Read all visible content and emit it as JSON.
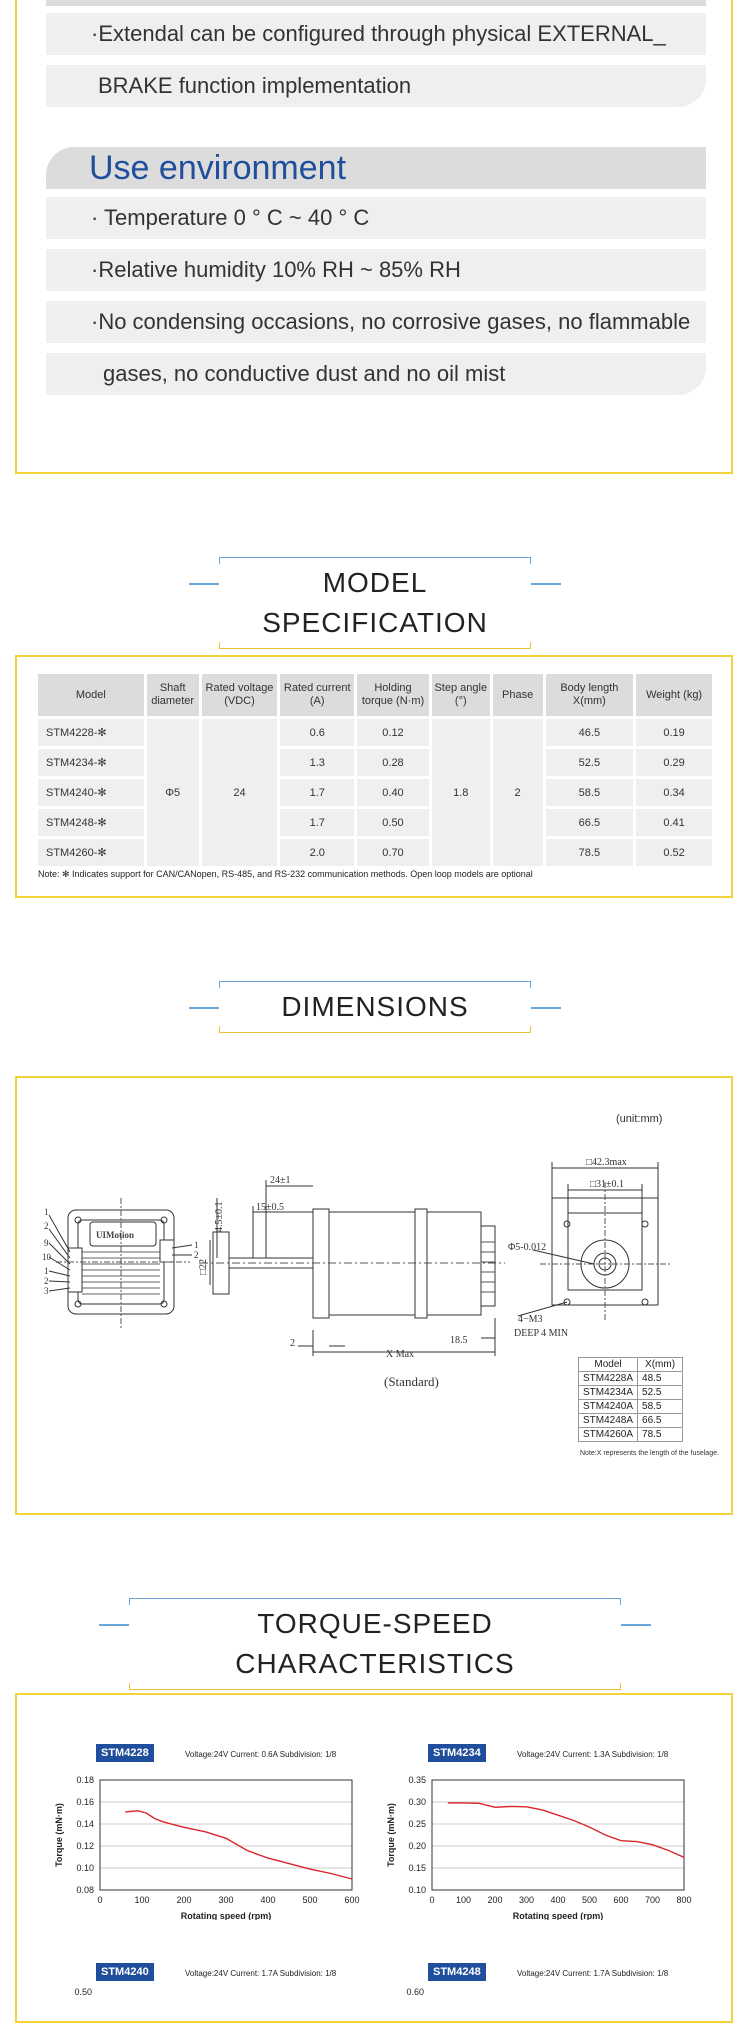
{
  "features": {
    "line1": "·Extendal can be configured through physical EXTERNAL_",
    "line2": "BRAKE function implementation"
  },
  "environment": {
    "heading": "Use environment",
    "items": [
      "·  Temperature  0 ° C ~ 40 ° C",
      "·Relative humidity 10% RH ~ 85% RH",
      "·No condensing occasions, no corrosive gases, no flammable",
      "gases, no conductive dust and no oil mist"
    ]
  },
  "sections": {
    "model_spec": "MODEL SPECIFICATION",
    "dimensions": "DIMENSIONS",
    "torque_speed": "TORQUE-SPEED CHARACTERISTICS"
  },
  "spec_table": {
    "headers": [
      "Model",
      "Shaft diameter",
      "Rated voltage (VDC)",
      "Rated current (A)",
      "Holding torque (N·m)",
      "Step angle (°)",
      "Phase",
      "Body length X(mm)",
      "Weight (kg)"
    ],
    "shaft": "Φ5",
    "voltage": "24",
    "step": "1.8",
    "phase": "2",
    "rows": [
      {
        "model": "STM4228-✻",
        "current": "0.6",
        "torque": "0.12",
        "length": "46.5",
        "weight": "0.19"
      },
      {
        "model": "STM4234-✻",
        "current": "1.3",
        "torque": "0.28",
        "length": "52.5",
        "weight": "0.29"
      },
      {
        "model": "STM4240-✻",
        "current": "1.7",
        "torque": "0.40",
        "length": "58.5",
        "weight": "0.34"
      },
      {
        "model": "STM4248-✻",
        "current": "1.7",
        "torque": "0.50",
        "length": "66.5",
        "weight": "0.41"
      },
      {
        "model": "STM4260-✻",
        "current": "2.0",
        "torque": "0.70",
        "length": "78.5",
        "weight": "0.52"
      }
    ],
    "note": "Note: ✻ Indicates support for CAN/CANopen, RS-485, and RS-232 communication methods. Open loop models are optional"
  },
  "dimensions": {
    "unit": "(unit:mm)",
    "standard": "(Standard)",
    "labels": {
      "d24": "24±1",
      "d15": "15±0.5",
      "d45": "4.5±0.1",
      "d22": "□22",
      "d423": "□42.3max",
      "d31": "□31±0.1",
      "phi5": "Φ5-0.012",
      "m3": "4−M3",
      "deep": "DEEP 4 MIN",
      "d2": "2",
      "xmax": "X Max",
      "d185": "18.5",
      "brand": "UIMotion"
    },
    "pins": [
      "1",
      "2",
      "9",
      "10",
      "1",
      "2",
      "3"
    ],
    "pins_r": [
      "1",
      "2"
    ],
    "table_header": [
      "Model",
      "X(mm)"
    ],
    "table_rows": [
      [
        "STM4228A",
        "48.5"
      ],
      [
        "STM4234A",
        "52.5"
      ],
      [
        "STM4240A",
        "58.5"
      ],
      [
        "STM4248A",
        "66.5"
      ],
      [
        "STM4260A",
        "78.5"
      ]
    ],
    "table_note": "Note:X represents the length of the fuselage."
  },
  "chart_data": [
    {
      "type": "line",
      "title": "STM4228",
      "info": "Voltage:24V  Current: 0.6A   Subdivision: 1/8",
      "xlabel": "Rotating speed (rpm)",
      "ylabel": "Torque (mN·m)",
      "xlim": [
        0,
        600
      ],
      "ylim": [
        0.08,
        0.18
      ],
      "xticks": [
        "0",
        "100",
        "200",
        "300",
        "400",
        "500",
        "600"
      ],
      "yticks": [
        "0.18",
        "0.16",
        "0.14",
        "0.12",
        "0.10",
        "0.08"
      ],
      "x": [
        60,
        90,
        110,
        130,
        150,
        200,
        250,
        300,
        350,
        400,
        450,
        500,
        550,
        600
      ],
      "y": [
        0.151,
        0.152,
        0.15,
        0.145,
        0.142,
        0.137,
        0.133,
        0.127,
        0.116,
        0.109,
        0.104,
        0.099,
        0.095,
        0.09
      ],
      "color": "#d9262b"
    },
    {
      "type": "line",
      "title": "STM4234",
      "info": "Voltage:24V  Current: 1.3A   Subdivision: 1/8",
      "xlabel": "Rotating speed (rpm)",
      "ylabel": "Torque (mN·m)",
      "xlim": [
        0,
        800
      ],
      "ylim": [
        0.1,
        0.35
      ],
      "xticks": [
        "0",
        "100",
        "200",
        "300",
        "400",
        "500",
        "600",
        "700",
        "800"
      ],
      "yticks": [
        "0.35",
        "0.30",
        "0.25",
        "0.20",
        "0.15",
        "0.10"
      ],
      "x": [
        50,
        100,
        150,
        200,
        250,
        300,
        350,
        400,
        450,
        500,
        550,
        600,
        650,
        700,
        750,
        800
      ],
      "y": [
        0.298,
        0.298,
        0.297,
        0.288,
        0.29,
        0.289,
        0.282,
        0.27,
        0.258,
        0.243,
        0.225,
        0.212,
        0.21,
        0.203,
        0.19,
        0.174
      ],
      "color": "#d9262b"
    },
    {
      "type": "line",
      "title": "STM4240",
      "info": "Voltage:24V  Current: 1.7A   Subdivision: 1/8",
      "yticks": [
        "0.50"
      ]
    },
    {
      "type": "line",
      "title": "STM4248",
      "info": "Voltage:24V  Current: 1.7A   Subdivision: 1/8",
      "yticks": [
        "0.60"
      ]
    }
  ]
}
